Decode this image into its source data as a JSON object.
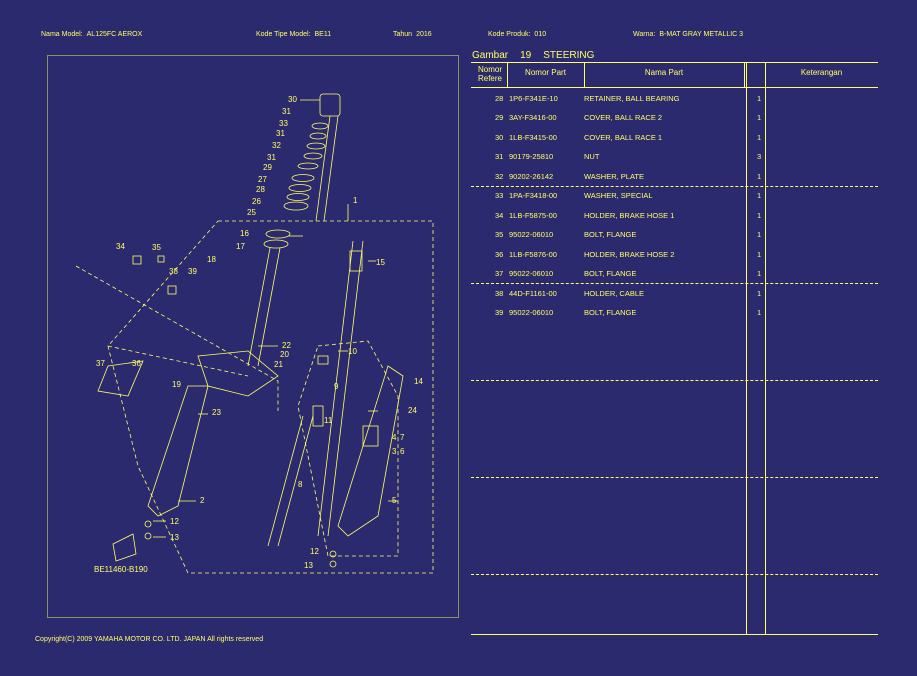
{
  "header": {
    "model_label": "Nama Model:",
    "model_value": "AL125FC AEROX",
    "type_label": "Kode Tipe Model:",
    "type_value": "BE11",
    "year_label": "Tahun",
    "year_value": "2016",
    "product_label": "Kode Produk:",
    "product_value": "010",
    "color_label": "Warna:",
    "color_value": "B-MAT GRAY METALLIC 3"
  },
  "section": {
    "label": "Gambar",
    "number": "19",
    "name": "STEERING"
  },
  "table": {
    "headers": {
      "ref": "Nomor Refere",
      "part_no": "Nomor Part",
      "part_name": "Nama Part",
      "qty": "",
      "note": "Keterangan"
    },
    "rows": [
      {
        "ref": "28",
        "part_no": "1P6-F341E-10",
        "name": "RETAINER, BALL BEARING",
        "qty": "1"
      },
      {
        "ref": "29",
        "part_no": "3AY-F3416-00",
        "name": "COVER, BALL RACE 2",
        "qty": "1"
      },
      {
        "ref": "30",
        "part_no": "1LB-F3415-00",
        "name": "COVER, BALL RACE 1",
        "qty": "1"
      },
      {
        "ref": "31",
        "part_no": "90179-25810",
        "name": "NUT",
        "qty": "3"
      },
      {
        "ref": "32",
        "part_no": "90202-26142",
        "name": "WASHER, PLATE",
        "qty": "1"
      },
      {
        "ref": "33",
        "part_no": "1PA-F3418-00",
        "name": "WASHER, SPECIAL",
        "qty": "1"
      },
      {
        "ref": "34",
        "part_no": "1LB-F5875-00",
        "name": "HOLDER, BRAKE HOSE 1",
        "qty": "1"
      },
      {
        "ref": "35",
        "part_no": "95022-06010",
        "name": "BOLT, FLANGE",
        "qty": "1"
      },
      {
        "ref": "36",
        "part_no": "1LB-F5876-00",
        "name": "HOLDER, BRAKE HOSE 2",
        "qty": "1"
      },
      {
        "ref": "37",
        "part_no": "95022-06010",
        "name": "BOLT, FLANGE",
        "qty": "1"
      },
      {
        "ref": "38",
        "part_no": "44D-F1161-00",
        "name": "HOLDER, CABLE",
        "qty": "1"
      },
      {
        "ref": "39",
        "part_no": "95022-06010",
        "name": "BOLT, FLANGE",
        "qty": "1"
      }
    ]
  },
  "diagram": {
    "code": "BE11460-B190",
    "callouts": [
      "30",
      "31",
      "33",
      "31",
      "32",
      "31",
      "29",
      "27",
      "28",
      "26",
      "25",
      "1",
      "16",
      "17",
      "34",
      "35",
      "38",
      "39",
      "18",
      "15",
      "22",
      "20",
      "21",
      "37",
      "36",
      "19",
      "10",
      "9",
      "14",
      "23",
      "11",
      "24",
      "4",
      "7",
      "3",
      "6",
      "8",
      "5",
      "2",
      "12",
      "13",
      "12",
      "13"
    ]
  },
  "footer": {
    "copyright": "Copyright(C) 2009 YAMAHA MOTOR CO. LTD. JAPAN All rights reserved"
  },
  "colors": {
    "background": "#2c2a6e",
    "foreground": "#ffff66"
  }
}
